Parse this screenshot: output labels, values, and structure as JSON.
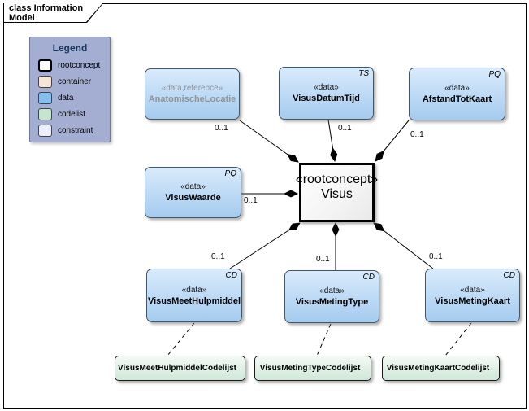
{
  "frame": {
    "title": "class Information Model"
  },
  "legend": {
    "title": "Legend",
    "items": [
      {
        "label": "rootconcept",
        "color": "#ffffff"
      },
      {
        "label": "container",
        "color": "#f7e6d5"
      },
      {
        "label": "data",
        "color": "#85bfed"
      },
      {
        "label": "codelist",
        "color": "#c5e5cf"
      },
      {
        "label": "constraint",
        "color": "#eceffb"
      }
    ],
    "panel_color": "#a4aed3"
  },
  "nodes": {
    "anatomische_locatie": {
      "stereotype": "«data,reference»",
      "name": "AnatomischeLocatie",
      "type_tag": ""
    },
    "visus_datum_tijd": {
      "stereotype": "«data»",
      "name": "VisusDatumTijd",
      "type_tag": "TS"
    },
    "afstand_tot_kaart": {
      "stereotype": "«data»",
      "name": "AfstandTotKaart",
      "type_tag": "PQ"
    },
    "visus_waarde": {
      "stereotype": "«data»",
      "name": "VisusWaarde",
      "type_tag": "PQ"
    },
    "visus": {
      "stereotype": "«rootconcept»",
      "name": "Visus",
      "type_tag": ""
    },
    "visus_meet_hulpmiddel": {
      "stereotype": "«data»",
      "name": "VisusMeetHulpmiddel",
      "type_tag": "CD"
    },
    "visus_meting_type": {
      "stereotype": "«data»",
      "name": "VisusMetingType",
      "type_tag": "CD"
    },
    "visus_meting_kaart": {
      "stereotype": "«data»",
      "name": "VisusMetingKaart",
      "type_tag": "CD"
    }
  },
  "codelists": {
    "meet_hulpmiddel": {
      "name": "VisusMeetHulpmiddelCodelijst"
    },
    "meting_type": {
      "name": "VisusMetingTypeCodelijst"
    },
    "meting_kaart": {
      "name": "VisusMetingKaartCodelijst"
    }
  },
  "multiplicities": {
    "anatomische_locatie": "0..1",
    "visus_datum_tijd": "0..1",
    "afstand_tot_kaart": "0..1",
    "visus_waarde": "0..1",
    "visus_meet_hulpmiddel": "0..1",
    "visus_meting_type": "0..1",
    "visus_meting_kaart": "0..1"
  }
}
